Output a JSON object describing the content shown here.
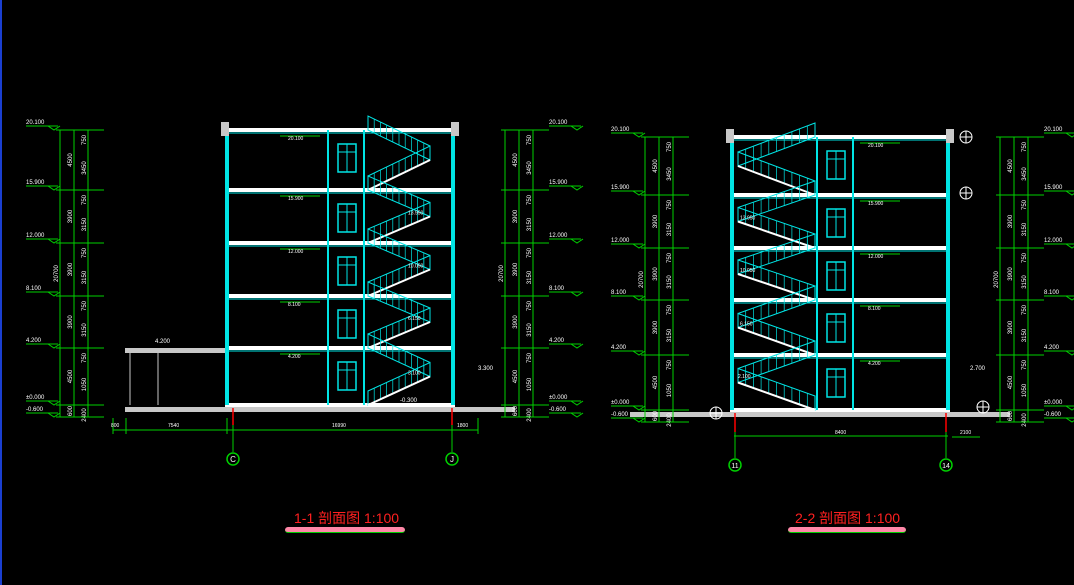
{
  "drawings": [
    {
      "id": "section-1-1",
      "title": "1-1 剖面图 1:100",
      "elevations": [
        "20.100",
        "15.900",
        "12.000",
        "8.100",
        "4.200",
        "±0.000",
        "-0.600"
      ],
      "floor_labels": [
        "20.100",
        "15.900",
        "12.000",
        "8.100",
        "4.200",
        "±0.000"
      ],
      "stair_labels": [
        "13.950",
        "10.050",
        "6.150",
        "3.100"
      ],
      "outer_dims": [
        "4500",
        "3900",
        "3900",
        "3900",
        "4500",
        "600"
      ],
      "inner_dims": [
        "750",
        "3450",
        "750",
        "3150",
        "750",
        "3150",
        "750",
        "3150",
        "750",
        "1050",
        "2400"
      ],
      "total_height": "20700",
      "bottom_dims": [
        "800",
        "7540",
        "16990",
        "1800"
      ],
      "axes": [
        "C",
        "J"
      ],
      "annex_level": "4.200",
      "entrance_level": "-0.300",
      "canopy_level": "3.300"
    },
    {
      "id": "section-2-2",
      "title": "2-2 剖面图 1:100",
      "elevations": [
        "20.100",
        "15.900",
        "12.000",
        "8.100",
        "4.200",
        "±0.000",
        "-0.600"
      ],
      "floor_labels": [
        "20.100",
        "15.900",
        "12.000",
        "8.100",
        "4.200",
        "±0.000"
      ],
      "stair_labels": [
        "13.950",
        "10.050",
        "6.150",
        "2.100"
      ],
      "outer_dims": [
        "4500",
        "3900",
        "3900",
        "3900",
        "4500",
        "600"
      ],
      "inner_dims": [
        "750",
        "3450",
        "750",
        "3150",
        "750",
        "3150",
        "750",
        "3150",
        "750",
        "1050",
        "2400"
      ],
      "total_height": "20700",
      "bottom_dims": [
        "8400",
        "2100"
      ],
      "axes": [
        "11",
        "14"
      ],
      "canopy_level": "2.700"
    }
  ],
  "colors": {
    "wall": "#00e5e5",
    "dim": "#00d000",
    "text": "#ffffff",
    "title": "#ff2020",
    "axis_red": "#ff0000",
    "ground": "#c8c8c8"
  }
}
